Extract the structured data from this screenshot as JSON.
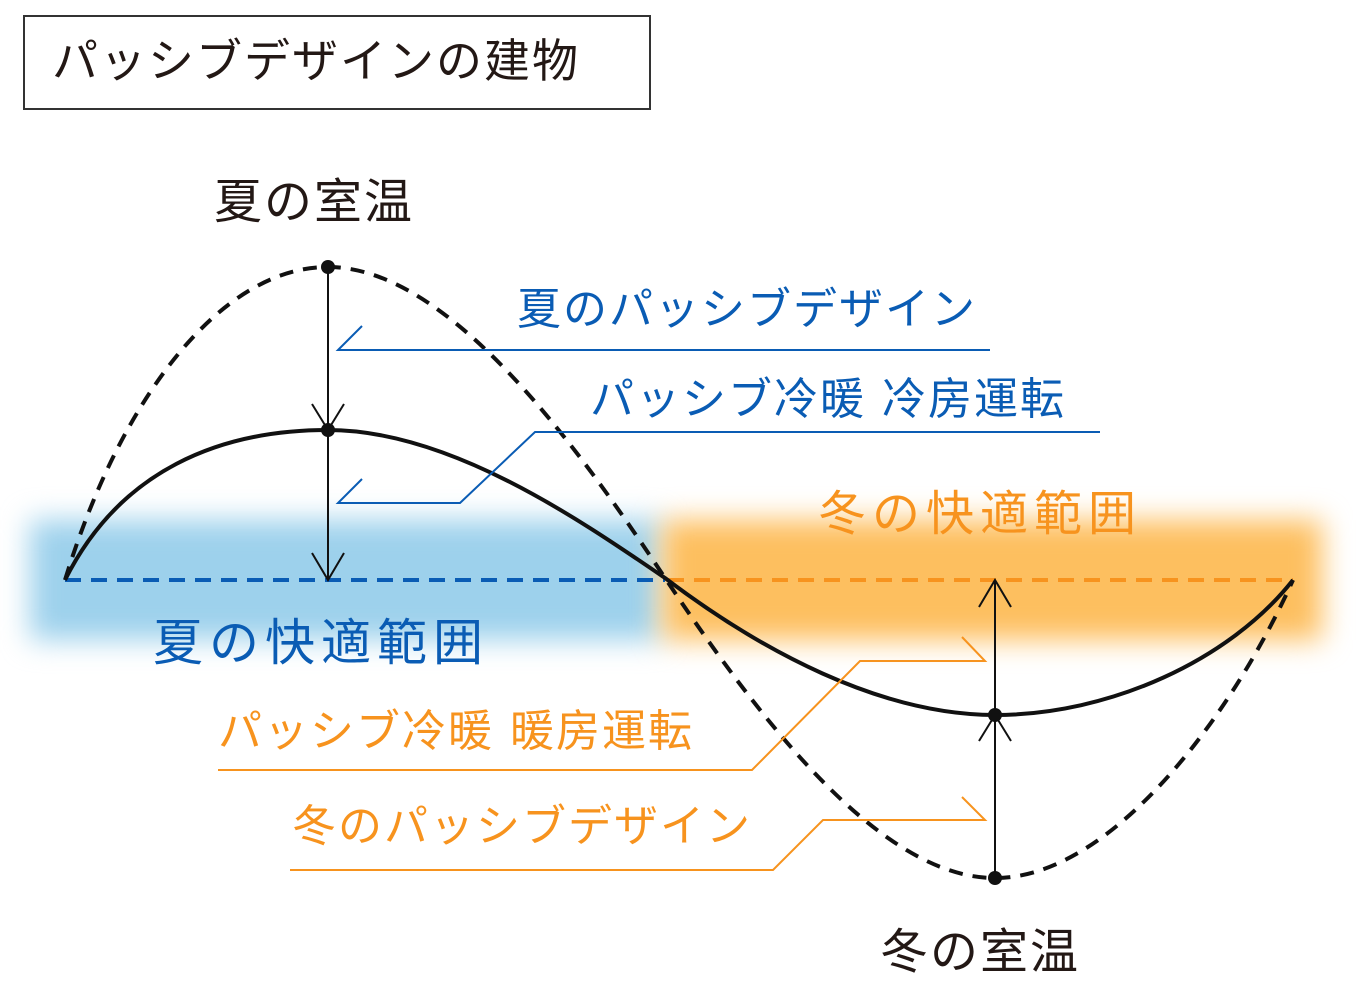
{
  "title": "パッシブデザインの建物",
  "labels": {
    "summer_room_temp": "夏の室温",
    "summer_passive_design": "夏のパッシブデザイン",
    "passive_cooling": "パッシブ冷暖 冷房運転",
    "winter_comfort_range": "冬の快適範囲",
    "summer_comfort_range": "夏の快適範囲",
    "passive_heating": "パッシブ冷暖 暖房運転",
    "winter_passive_design": "冬のパッシブデザイン",
    "winter_room_temp": "冬の室温"
  },
  "colors": {
    "summer": "#0a5cb4",
    "summer_band": "#9dd1ec",
    "winter": "#f7931e",
    "winter_band": "#fdbf5f",
    "curve": "#111111"
  }
}
